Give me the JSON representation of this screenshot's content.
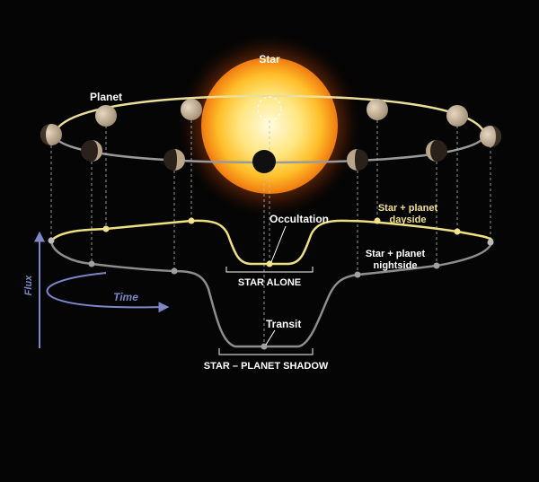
{
  "labels": {
    "star": "Star",
    "planet": "Planet",
    "occultation": "Occultation",
    "star_alone": "STAR ALONE",
    "dayside_line1": "Star + planet",
    "dayside_line2": "dayside",
    "nightside_line1": "Star + planet",
    "nightside_line2": "nightside",
    "transit": "Transit",
    "star_planet_shadow": "STAR – PLANET SHADOW",
    "flux_axis": "Flux",
    "time_axis": "Time"
  },
  "colors": {
    "background": "#050505",
    "star_core": "#fff7c8",
    "star_edge": "#f08a10",
    "orbit_back": "#e9df9a",
    "orbit_front": "#9a9a9a",
    "dayside_curve": "#eedf80",
    "nightside_curve": "#8d8d8d",
    "axis": "#7f86c8",
    "planet": "#c9b59a",
    "dayside_text": "#f0e08a",
    "label_text": "#ffffff"
  }
}
